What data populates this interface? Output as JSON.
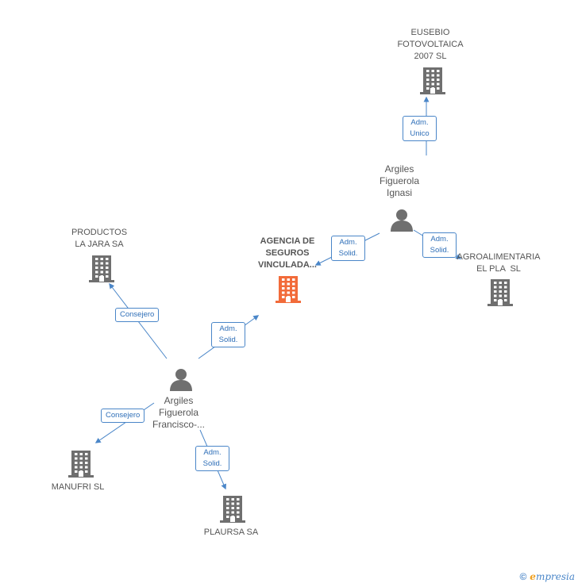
{
  "nodes": {
    "eusebio": [
      "EUSEBIO",
      "FOTOVOLTAICA",
      "2007 SL"
    ],
    "argiles_ignasi": [
      "Argiles",
      "Figuerola",
      "Ignasi"
    ],
    "agencia": [
      "AGENCIA DE",
      "SEGUROS",
      "VINCULADA..."
    ],
    "agroalimentaria": [
      "AGROALIMENTARIA",
      "EL PLA  SL"
    ],
    "productos": [
      "PRODUCTOS",
      "LA JARA SA"
    ],
    "argiles_francisco": [
      "Argiles",
      "Figuerola",
      "Francisco-..."
    ],
    "manufri": [
      "MANUFRI SL"
    ],
    "plaursa": [
      "PLAURSA SA"
    ]
  },
  "edges": {
    "ignasi_eusebio": [
      "Adm.",
      "Unico"
    ],
    "ignasi_agencia": [
      "Adm.",
      "Solid."
    ],
    "ignasi_agro": [
      "Adm.",
      "Solid."
    ],
    "francisco_productos": [
      "Consejero"
    ],
    "francisco_agencia": [
      "Adm.",
      "Solid."
    ],
    "francisco_manufri": [
      "Consejero"
    ],
    "francisco_plaursa": [
      "Adm.",
      "Solid."
    ]
  },
  "colors": {
    "building": "#6f6f6f",
    "building_main": "#f26b3a",
    "person": "#6f6f6f",
    "edge": "#4a86c8"
  },
  "footer": {
    "copyright": "©",
    "brand_first": "e",
    "brand_rest": "mpresia"
  }
}
